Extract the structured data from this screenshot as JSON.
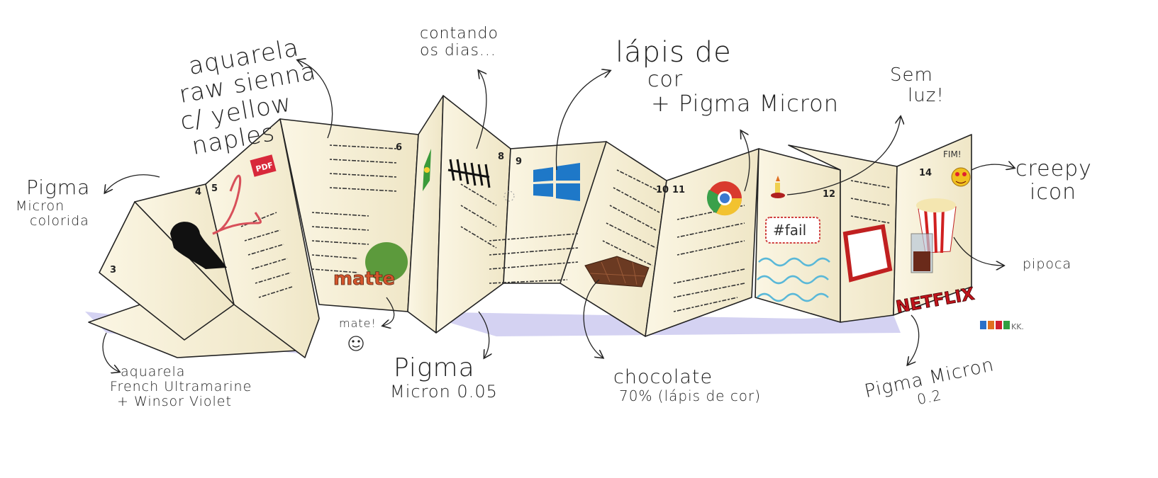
{
  "annotations": {
    "raw_sienna": [
      "aquarela",
      "raw sienna",
      "c/ yellow",
      "naples"
    ],
    "contando": [
      "contando",
      "os dias..."
    ],
    "lapis": [
      "lápis de",
      "cor",
      "+ Pigma Micron"
    ],
    "sem_luz": [
      "Sem",
      "luz!"
    ],
    "pigma_colorida": [
      "Pigma",
      "Micron",
      "colorida"
    ],
    "creepy": [
      "creepy",
      "icon"
    ],
    "pipoca": "pipoca",
    "mate": "mate!",
    "ultramarine": [
      "aquarela",
      "French Ultramarine",
      "+ Winsor Violet"
    ],
    "pigma_005": [
      "Pigma",
      "Micron 0.05"
    ],
    "chocolate": [
      "chocolate",
      "70% (lápis de cor)"
    ],
    "pigma_02": [
      "Pigma Micron",
      "0.2"
    ]
  },
  "book": {
    "page_numbers": [
      "3",
      "4",
      "5",
      "6",
      "8",
      "9",
      "10",
      "11",
      "12",
      "14"
    ],
    "pdf_label": "PDF",
    "matte_label": "matte",
    "fail_label": "#fail",
    "fim_label": "FIM!",
    "netflix_label": "NETFLIX",
    "signature": "KK."
  },
  "colors": {
    "paper": "#f7f1dc",
    "shadow": "#b9b6e6",
    "netflix": "#c0141c",
    "windows": "#1e78c8",
    "water": "#5ab8d8"
  },
  "icons": [
    "pdf-icon",
    "silhouette-icon",
    "mate-leaf-icon",
    "brazil-flag-icon",
    "windows-icon",
    "chocolate-icon",
    "chrome-icon",
    "candle-icon",
    "gmail-icon",
    "heart-eyes-emoji-icon",
    "popcorn-icon",
    "smiley-icon"
  ]
}
